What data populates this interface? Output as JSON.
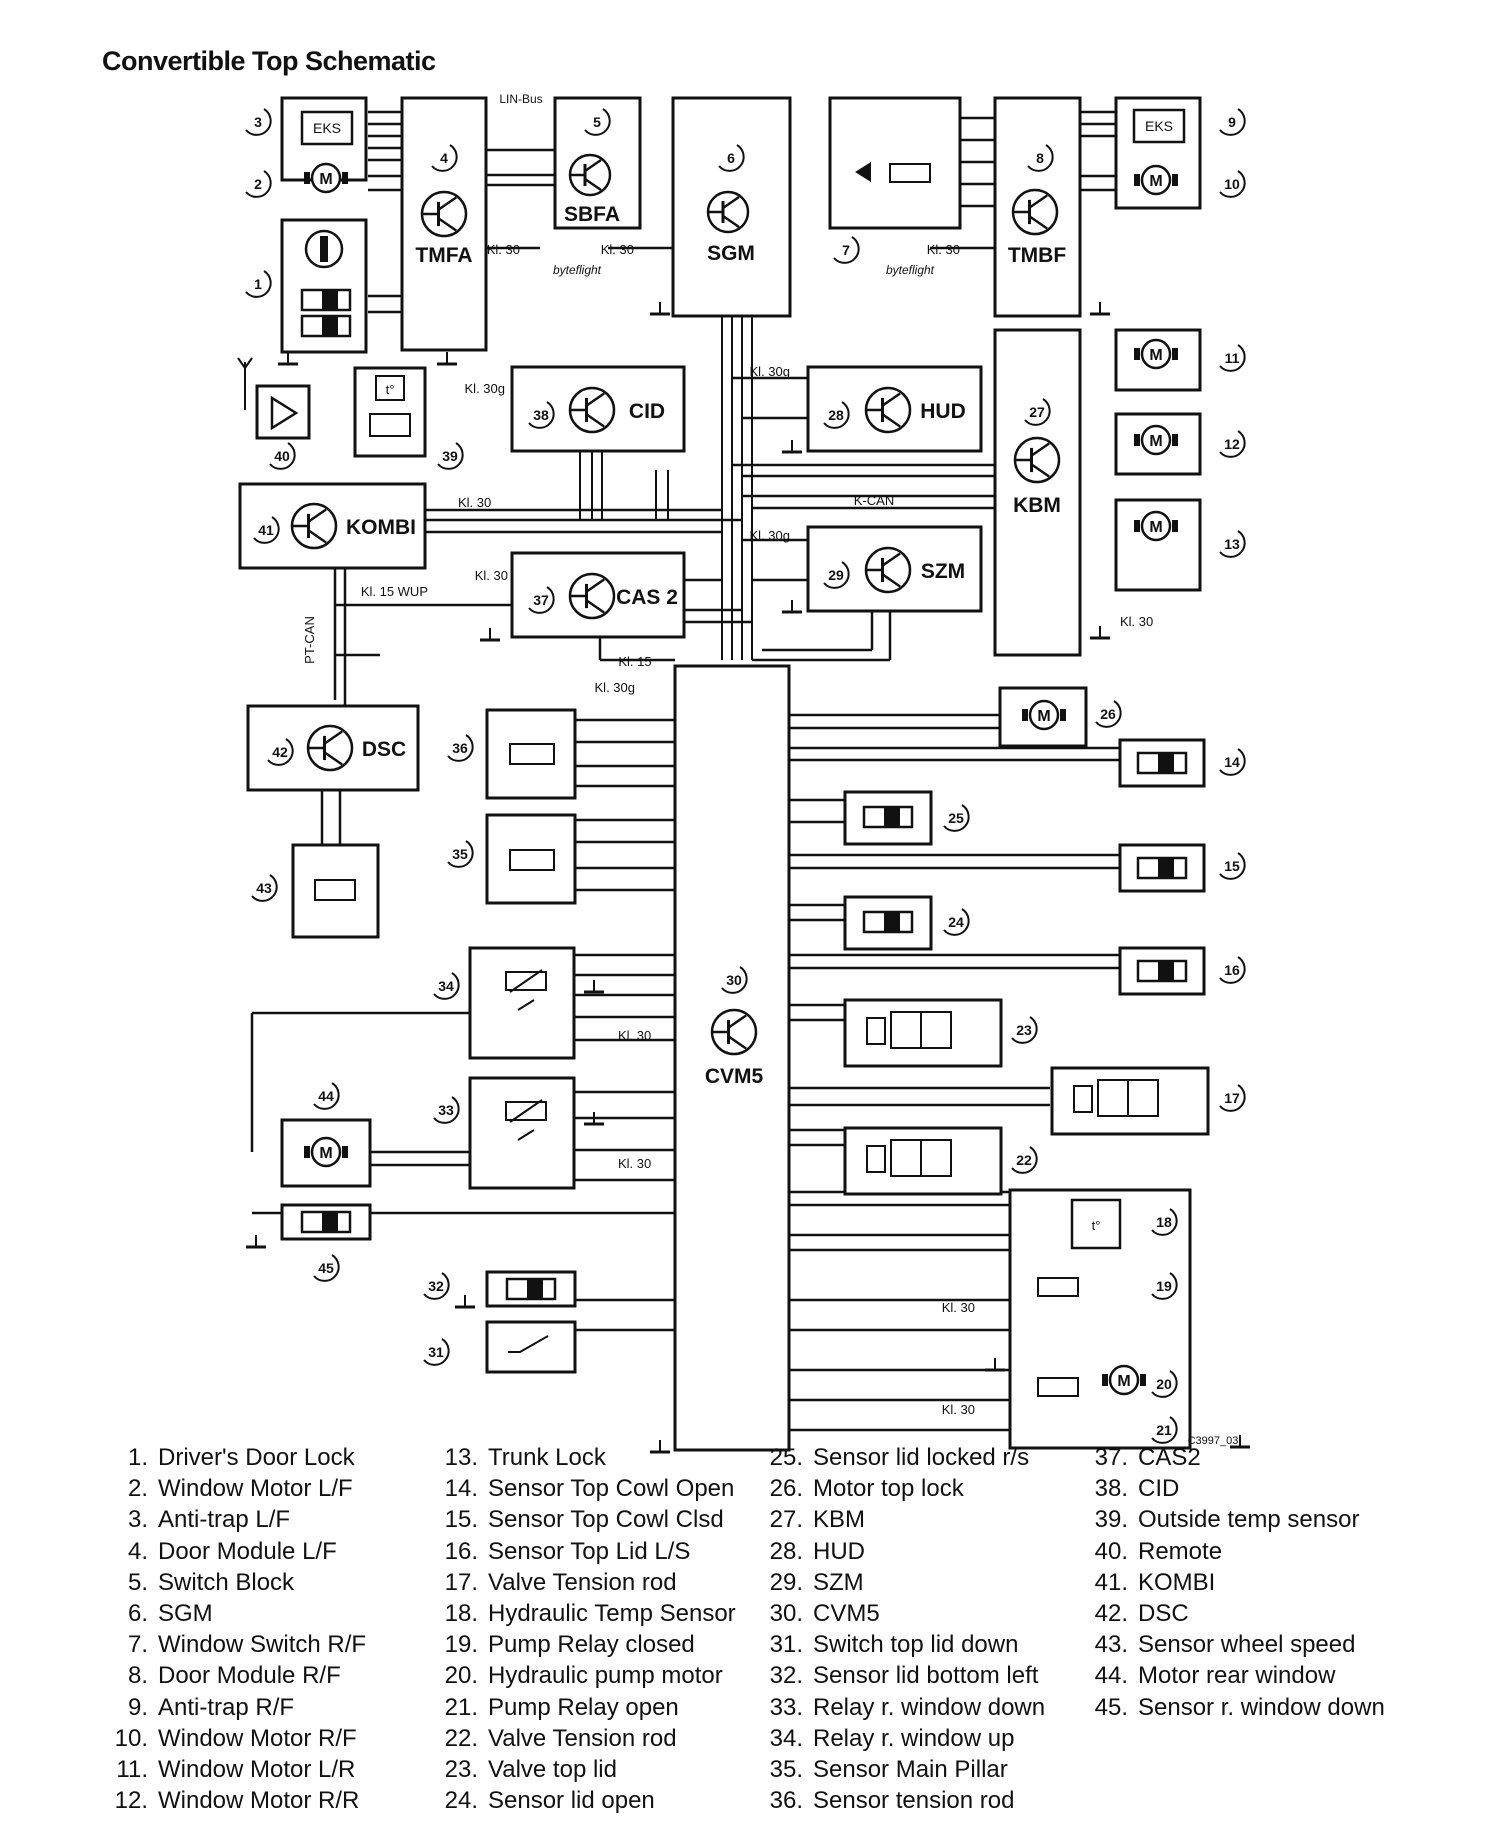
{
  "title": "Convertible Top Schematic",
  "modules": [
    {
      "id": "tmfa",
      "num": "4",
      "label": "TMFA"
    },
    {
      "id": "sbfa",
      "num": "5",
      "label": "SBFA"
    },
    {
      "id": "sgm",
      "num": "6",
      "label": "SGM"
    },
    {
      "id": "tmbf",
      "num": "8",
      "label": "TMBF"
    },
    {
      "id": "cid",
      "num": "38",
      "label": "CID"
    },
    {
      "id": "hud",
      "num": "28",
      "label": "HUD"
    },
    {
      "id": "kbm",
      "num": "27",
      "label": "KBM"
    },
    {
      "id": "kombi",
      "num": "41",
      "label": "KOMBI"
    },
    {
      "id": "cas",
      "num": "37",
      "label": "CAS 2"
    },
    {
      "id": "szm",
      "num": "29",
      "label": "SZM"
    },
    {
      "id": "dsc",
      "num": "42",
      "label": "DSC"
    },
    {
      "id": "cvm",
      "num": "30",
      "label": "CVM5"
    }
  ],
  "eks_label": "EKS",
  "terminals": {
    "kl30": "Kl. 30",
    "kl30g": "Kl. 30g",
    "kl15": "Kl. 15",
    "kl15wup": "Kl. 15 WUP"
  },
  "buses": {
    "lin": "LIN-Bus",
    "byteflight": "byteflight",
    "kcan": "K-CAN",
    "ptcan": "PT-CAN"
  },
  "component_labels": [
    "1",
    "2",
    "3",
    "7",
    "9",
    "10",
    "11",
    "12",
    "13",
    "14",
    "15",
    "16",
    "17",
    "18",
    "19",
    "20",
    "21",
    "22",
    "23",
    "24",
    "25",
    "26",
    "31",
    "32",
    "33",
    "34",
    "35",
    "36",
    "39",
    "40",
    "43",
    "44",
    "45"
  ],
  "sensor_symbol": "t°",
  "drawing_id": "C3997_03",
  "legend": [
    {
      "n": "1.",
      "t": "Driver's Door Lock"
    },
    {
      "n": "2.",
      "t": "Window Motor L/F"
    },
    {
      "n": "3.",
      "t": "Anti-trap L/F"
    },
    {
      "n": "4.",
      "t": "Door Module L/F"
    },
    {
      "n": "5.",
      "t": "Switch Block"
    },
    {
      "n": "6.",
      "t": "SGM"
    },
    {
      "n": "7.",
      "t": "Window Switch R/F"
    },
    {
      "n": "8.",
      "t": "Door Module R/F"
    },
    {
      "n": "9.",
      "t": "Anti-trap R/F"
    },
    {
      "n": "10.",
      "t": "Window Motor R/F"
    },
    {
      "n": "11.",
      "t": "Window Motor L/R"
    },
    {
      "n": "12.",
      "t": "Window Motor R/R"
    },
    {
      "n": "13.",
      "t": "Trunk Lock"
    },
    {
      "n": "14.",
      "t": "Sensor Top Cowl Open"
    },
    {
      "n": "15.",
      "t": "Sensor Top Cowl Clsd"
    },
    {
      "n": "16.",
      "t": "Sensor Top Lid L/S"
    },
    {
      "n": "17.",
      "t": "Valve Tension rod"
    },
    {
      "n": "18.",
      "t": "Hydraulic Temp Sensor"
    },
    {
      "n": "19.",
      "t": "Pump Relay closed"
    },
    {
      "n": "20.",
      "t": "Hydraulic pump motor"
    },
    {
      "n": "21.",
      "t": "Pump Relay open"
    },
    {
      "n": "22.",
      "t": "Valve Tension rod"
    },
    {
      "n": "23.",
      "t": "Valve top lid"
    },
    {
      "n": "24.",
      "t": "Sensor lid open"
    },
    {
      "n": "25.",
      "t": "Sensor lid locked r/s"
    },
    {
      "n": "26.",
      "t": "Motor top lock"
    },
    {
      "n": "27.",
      "t": "KBM"
    },
    {
      "n": "28.",
      "t": "HUD"
    },
    {
      "n": "29.",
      "t": "SZM"
    },
    {
      "n": "30.",
      "t": "CVM5"
    },
    {
      "n": "31.",
      "t": "Switch top lid down"
    },
    {
      "n": "32.",
      "t": "Sensor lid bottom left"
    },
    {
      "n": "33.",
      "t": "Relay r. window down"
    },
    {
      "n": "34.",
      "t": "Relay r. window up"
    },
    {
      "n": "35.",
      "t": "Sensor Main Pillar"
    },
    {
      "n": "36.",
      "t": "Sensor tension rod"
    },
    {
      "n": "37.",
      "t": "CAS2"
    },
    {
      "n": "38.",
      "t": "CID"
    },
    {
      "n": "39.",
      "t": "Outside temp sensor"
    },
    {
      "n": "40.",
      "t": "Remote"
    },
    {
      "n": "41.",
      "t": "KOMBI"
    },
    {
      "n": "42.",
      "t": "DSC"
    },
    {
      "n": "43.",
      "t": "Sensor wheel speed"
    },
    {
      "n": "44.",
      "t": "Motor rear window"
    },
    {
      "n": "45.",
      "t": "Sensor r. window down"
    }
  ]
}
